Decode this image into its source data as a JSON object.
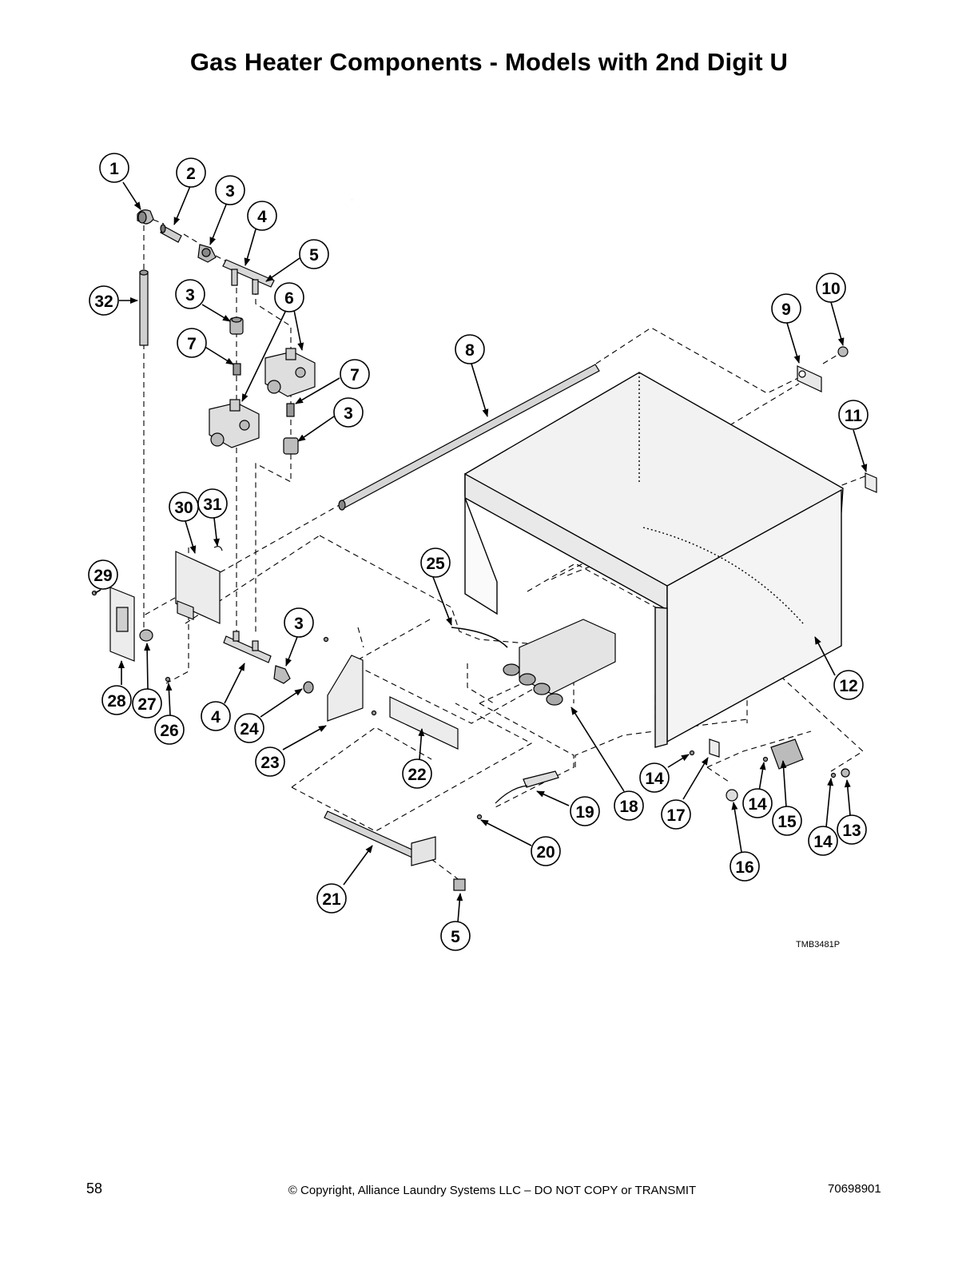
{
  "page": {
    "title": "Gas Heater Components - Models with 2nd Digit U",
    "figure_code": "TMB3481P",
    "page_number": "58",
    "copyright": "© Copyright, Alliance Laundry Systems LLC – DO NOT COPY or TRANSMIT",
    "document_number": "70698901"
  },
  "callouts": [
    "1",
    "2",
    "3",
    "4",
    "5",
    "32",
    "3",
    "6",
    "7",
    "7",
    "3",
    "8",
    "9",
    "10",
    "11",
    "12",
    "30",
    "31",
    "29",
    "28",
    "27",
    "26",
    "3",
    "4",
    "24",
    "23",
    "22",
    "25",
    "18",
    "19",
    "20",
    "21",
    "5",
    "14",
    "17",
    "14",
    "15",
    "14",
    "13",
    "16"
  ]
}
